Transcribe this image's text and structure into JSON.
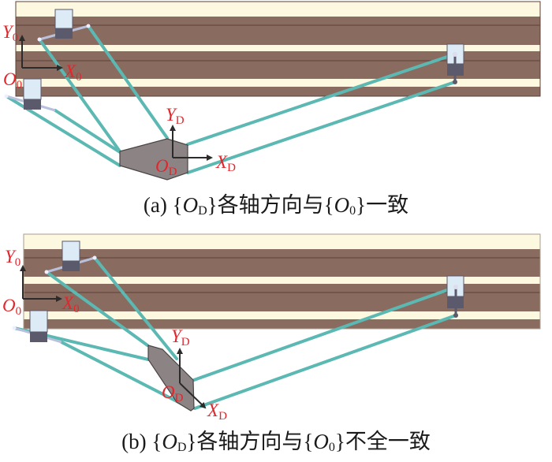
{
  "colors": {
    "band_light": "#fdf9e1",
    "band_dark": "#8a6b5f",
    "band_line": "#5a4038",
    "cable": "#5cb8b2",
    "cable_edge": "#2f8e88",
    "slider_top": "#dcebf5",
    "slider_bottom": "#5b5a6c",
    "platform": "#8c8384",
    "axis": "#2b2b2b",
    "label": "#e1262c"
  },
  "panels": [
    {
      "id": "a",
      "caption": {
        "prefix": "(a)",
        "frame_D": "O",
        "frame_D_sub": "D",
        "middle": "各轴方向与",
        "frame_0": "O",
        "frame_0_sub": "0",
        "suffix": "一致"
      },
      "labels": {
        "Y0": "Y",
        "Y0_sub": "0",
        "X0": "X",
        "X0_sub": "0",
        "O0": "O",
        "O0_sub": "0",
        "YD": "Y",
        "YD_sub": "D",
        "XD": "X",
        "XD_sub": "D",
        "OD": "O",
        "OD_sub": "D"
      }
    },
    {
      "id": "b",
      "caption": {
        "prefix": "(b)",
        "frame_D": "O",
        "frame_D_sub": "D",
        "middle": "各轴方向与",
        "frame_0": "O",
        "frame_0_sub": "0",
        "suffix": "不全一致"
      },
      "labels": {
        "Y0": "Y",
        "Y0_sub": "0",
        "X0": "X",
        "X0_sub": "0",
        "O0": "O",
        "O0_sub": "0",
        "YD": "Y",
        "YD_sub": "D",
        "XD": "X",
        "XD_sub": "D",
        "OD": "O",
        "OD_sub": "D"
      }
    }
  ]
}
